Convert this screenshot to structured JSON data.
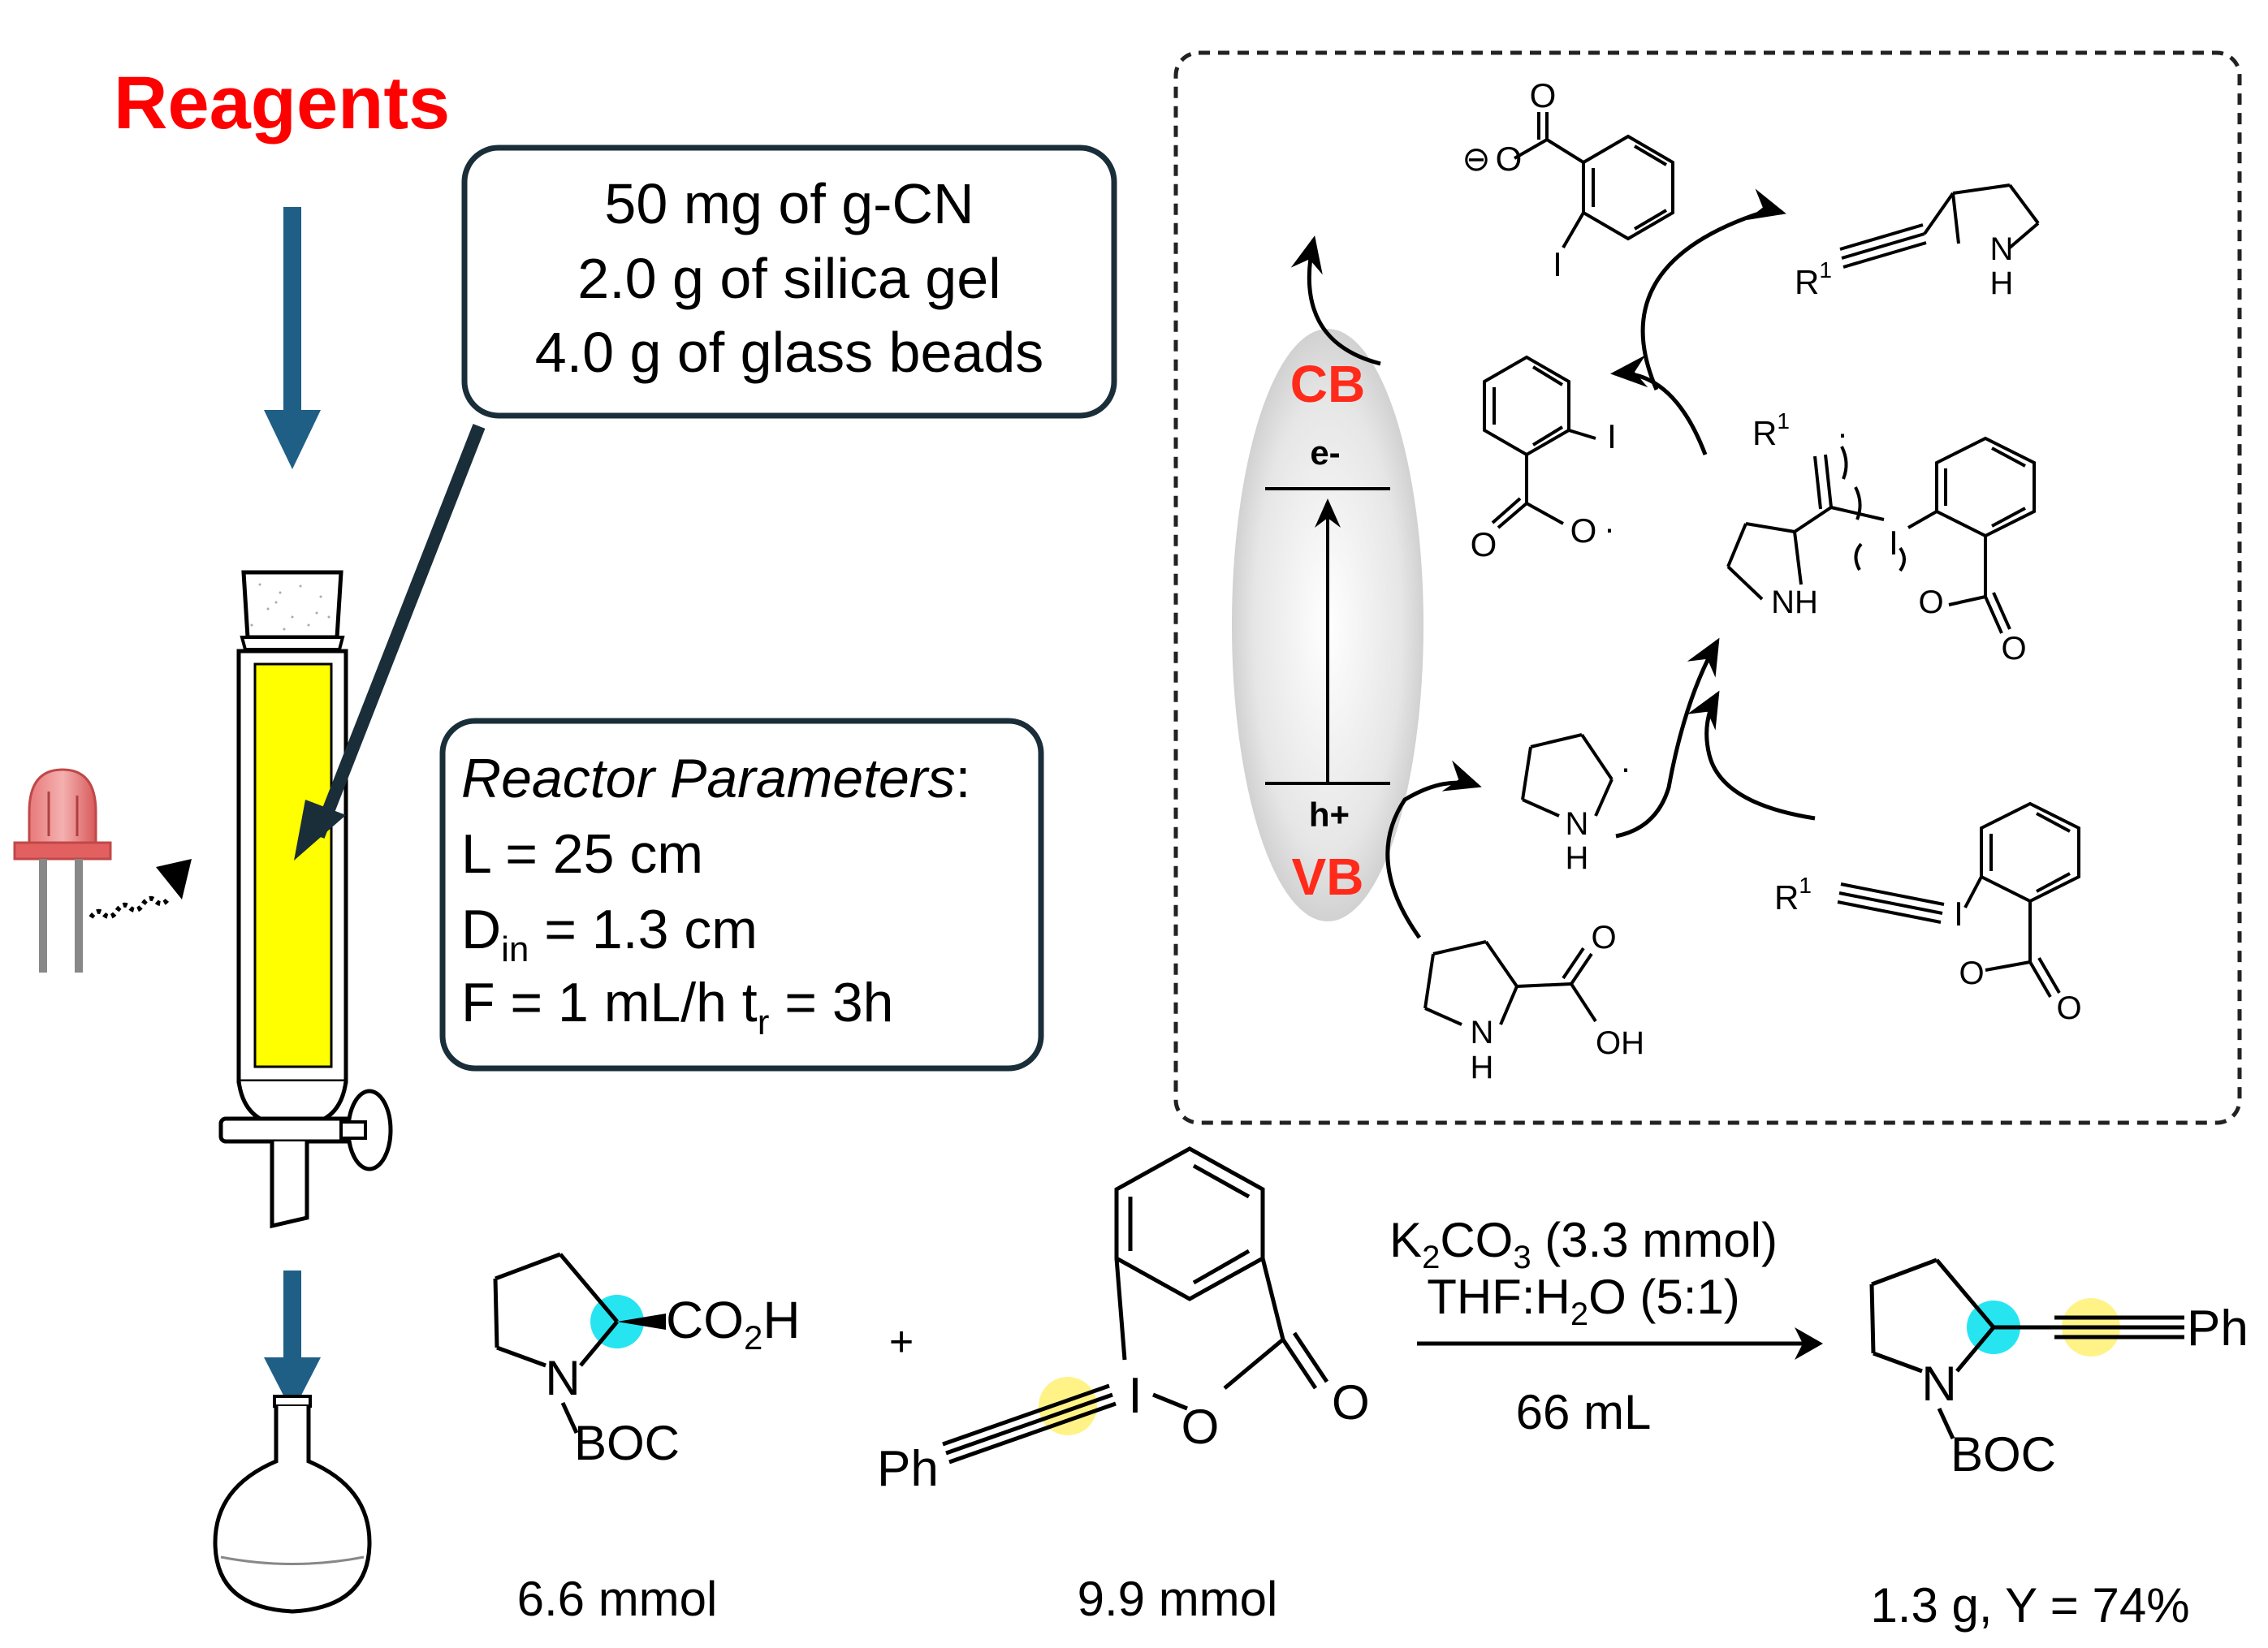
{
  "title": "Reagents",
  "catalyst_box": {
    "lines": [
      "50 mg of g-CN",
      "2.0 g of silica gel",
      "4.0 g of glass beads"
    ]
  },
  "reactor_box": {
    "heading": "Reactor Parameters",
    "heading_colon": ":",
    "length": "L = 25 cm",
    "diameter_prefix": "D",
    "diameter_sub": "in",
    "diameter_value": " = 1.3 cm",
    "flow_prefix": "F = 1 mL/h t",
    "flow_sub": "r",
    "flow_value": " = 3h"
  },
  "mechanism": {
    "cb": "CB",
    "vb": "VB",
    "electron": "e-",
    "hole": "h+",
    "atoms": {
      "o": "O",
      "i": "I",
      "nh": "NH",
      "n": "N",
      "h": "H",
      "oh": "OH",
      "r": "R",
      "one": "1",
      "minus": "⊖",
      "dot": "·"
    }
  },
  "reaction": {
    "substrate_label": "CO",
    "substrate_sub": "2",
    "substrate_h": "H",
    "n": "N",
    "boc": "BOC",
    "plus": "+",
    "ph": "Ph",
    "i": "I",
    "o": "O",
    "cond_k": "K",
    "cond_k_sub": "2",
    "cond_co": "CO",
    "cond_co_sub": "3",
    "cond_amount": " (3.3 mmol)",
    "cond_thf": "THF:H",
    "cond_thf_sub": "2",
    "cond_thf_rest": "O (5:1)",
    "volume": "66 mL",
    "amount_1": "6.6 mmol",
    "amount_2": "9.9 mmol",
    "yield": "1.3 g, Y = 74%"
  },
  "colors": {
    "title": "#ff0000",
    "arrow_blue": "#1f5f86",
    "band_red": "#ff2a1a",
    "packing_yellow": "#ffff00",
    "highlight_cyan": "#00e0ee",
    "highlight_yellow": "#fff27a",
    "box_border": "#1a2e3a"
  }
}
